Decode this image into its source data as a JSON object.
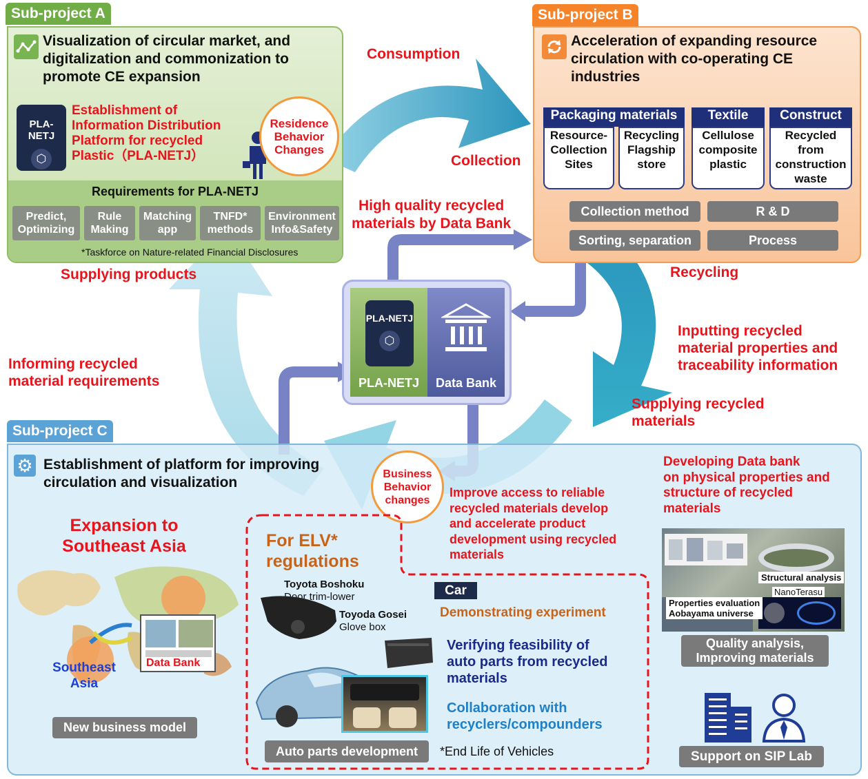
{
  "colors": {
    "accent_red": "#e8141c",
    "green_panel": "#d6e7c2",
    "orange_panel": "#fbd3b2",
    "blue_panel": "#dcedf7",
    "navy": "#1f2f7a",
    "cycle_teal": "#2ea5c9"
  },
  "project_a": {
    "tag": "Sub-project A",
    "title_lines": [
      "Visualization of circular market, and",
      "digitalization and commonization to",
      "promote CE expansion"
    ],
    "platform_lines": [
      "Establishment of",
      "Information Distribution",
      "Platform for recycled",
      "Plastic（PLA-NETJ）"
    ],
    "netj_label": "PLA-NETJ",
    "residence_lines": [
      "Residence",
      "Behavior",
      "Changes"
    ],
    "requirements_title": "Requirements for PLA-NETJ",
    "requirements": [
      {
        "l1": "Predict,",
        "l2": "Optimizing"
      },
      {
        "l1": "Rule",
        "l2": "Making"
      },
      {
        "l1": "Matching",
        "l2": "app"
      },
      {
        "l1": "TNFD*",
        "l2": "methods"
      },
      {
        "l1": "Environment",
        "l2": "Info&Safety"
      }
    ],
    "footnote": "*Taskforce on Nature-related Financial Disclosures"
  },
  "project_b": {
    "tag": "Sub-project B",
    "title_lines": [
      "Acceleration of expanding resource",
      "circulation with co-operating CE",
      "industries"
    ],
    "headers": [
      "Packaging materials",
      "Textile",
      "Construct"
    ],
    "cells": [
      [
        "Resource-",
        "Collection",
        "Sites"
      ],
      [
        "Recycling",
        "Flagship",
        "store"
      ],
      [
        "Cellulose",
        "composite",
        "plastic"
      ],
      [
        "Recycled",
        "from",
        "construction",
        "waste"
      ]
    ],
    "pills": [
      "Collection method",
      "R & D",
      "Sorting, separation",
      "Process"
    ]
  },
  "cycle": {
    "consumption": "Consumption",
    "collection": "Collection",
    "high_quality_lines": [
      "High quality recycled",
      "materials by Data Bank"
    ],
    "recycling": "Recycling",
    "inputting_lines": [
      "Inputting recycled",
      "material properties and",
      "traceability information"
    ],
    "supplying_recycled_lines": [
      "Supplying recycled",
      "materials"
    ],
    "supplying_products": "Supplying products",
    "informing_lines": [
      "Informing recycled",
      "material requirements"
    ]
  },
  "hub": {
    "netj_badge": "PLA-NETJ",
    "left_label": "PLA-NETJ",
    "right_label": "Data Bank"
  },
  "project_c": {
    "tag": "Sub-project C",
    "title_lines": [
      "Establishment of platform for improving",
      "circulation and visualization"
    ],
    "business_lines": [
      "Business",
      "Behavior",
      "changes"
    ],
    "improve_lines": [
      "Improve access to reliable",
      "recycled materials develop",
      "and accelerate product",
      "development using recycled",
      "materials"
    ],
    "developing_lines": [
      "Developing Data bank",
      "on physical properties and",
      "structure of recycled",
      "materials"
    ],
    "expansion_lines": [
      "Expansion to",
      "Southeast Asia"
    ],
    "southeast_lines": [
      "Southeast",
      "Asia"
    ],
    "databank_tag": "Data Bank",
    "new_business": "New business model",
    "elv_title_lines": [
      "For ELV*",
      "regulations"
    ],
    "boshoku_name": "Toyota Boshoku",
    "boshoku_part": "Door trim-lower",
    "gosei_name": "Toyoda Gosei",
    "gosei_part": "Glove box",
    "car_badge": "Car",
    "demonstrating": "Demonstrating experiment",
    "verifying_lines": [
      "Verifying feasibility of",
      "auto parts from recycled",
      "materials"
    ],
    "collab_lines": [
      "Collaboration with",
      "recyclers/compounders"
    ],
    "auto_parts": "Auto parts development",
    "elv_note": "*End Life of Vehicles",
    "photo_structural": "Structural analysis",
    "photo_nanoterasu": "NanoTerasu",
    "photo_properties_lines": [
      "Properties evaluation",
      "Aobayama universe"
    ],
    "quality_lines": [
      "Quality analysis,",
      "Improving materials"
    ],
    "support": "Support  on SIP Lab"
  }
}
